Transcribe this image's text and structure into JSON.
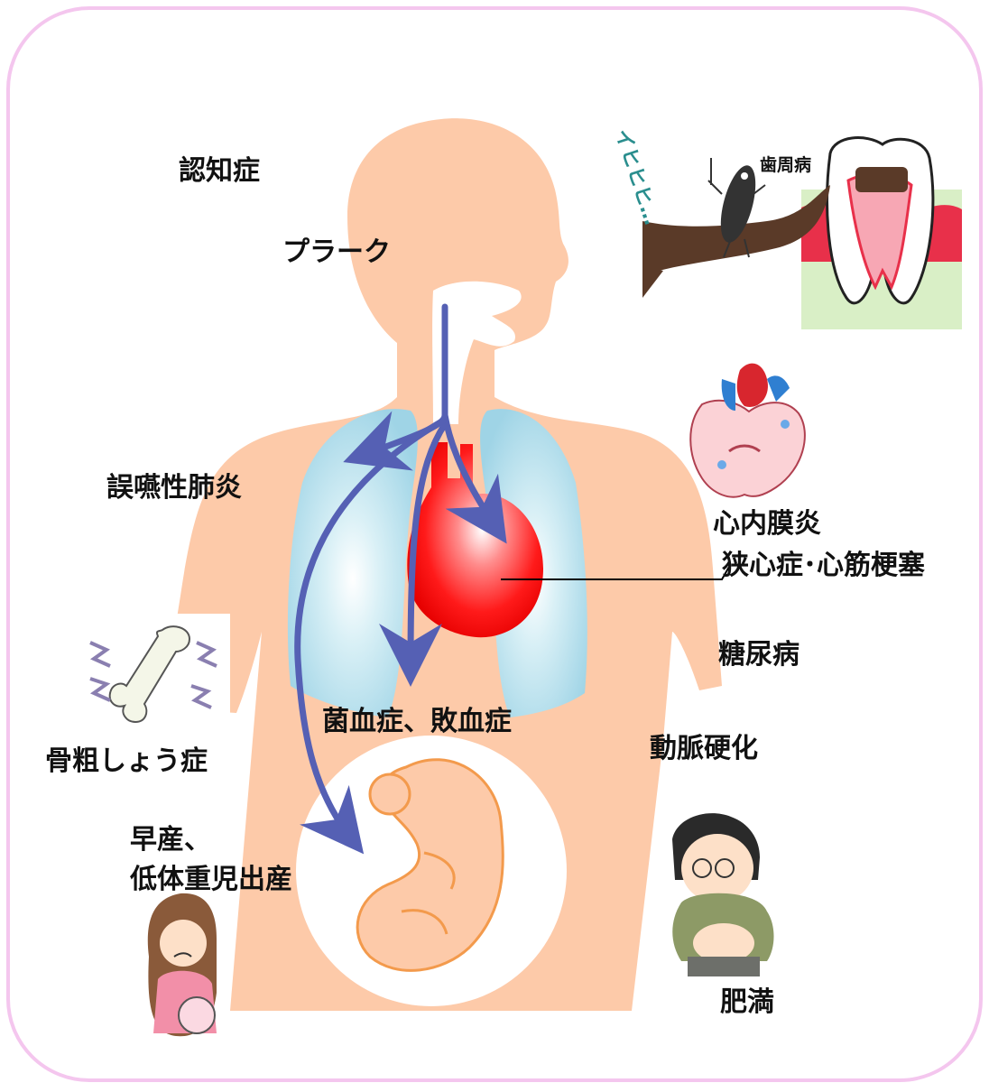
{
  "labels": {
    "dementia": "認知症",
    "plaque": "プラーク",
    "aspiration_pneumonia": "誤嚥性肺炎",
    "endocarditis": "心内膜炎",
    "angina_mi": "狭心症･心筋梗塞",
    "diabetes": "糖尿病",
    "bacteremia_sepsis": "菌血症、敗血症",
    "arteriosclerosis": "動脈硬化",
    "osteoporosis": "骨粗しょう症",
    "premature_birth_line1": "早産、",
    "premature_birth_line2": "低体重児出産",
    "obesity": "肥満",
    "periodontal": "歯周病",
    "bacteria_shout": "イヒヒヒ…"
  },
  "colors": {
    "frame_border": "#f4c6ee",
    "body_skin": "#fdcaa9",
    "lung_blue": "#b8e2ee",
    "heart_red": "#ff1a1a",
    "arrow_blue": "#5560b4",
    "fetus_orange": "#f39a4c",
    "gum_red": "#e8304a",
    "root_brown": "#5a3a28"
  },
  "icons": [
    "tooth-periodontal-icon",
    "bacteria-character-icon",
    "scared-heart-icon",
    "aching-bone-icon",
    "worried-pregnant-woman-icon",
    "overweight-man-icon",
    "fetus-icon"
  ]
}
